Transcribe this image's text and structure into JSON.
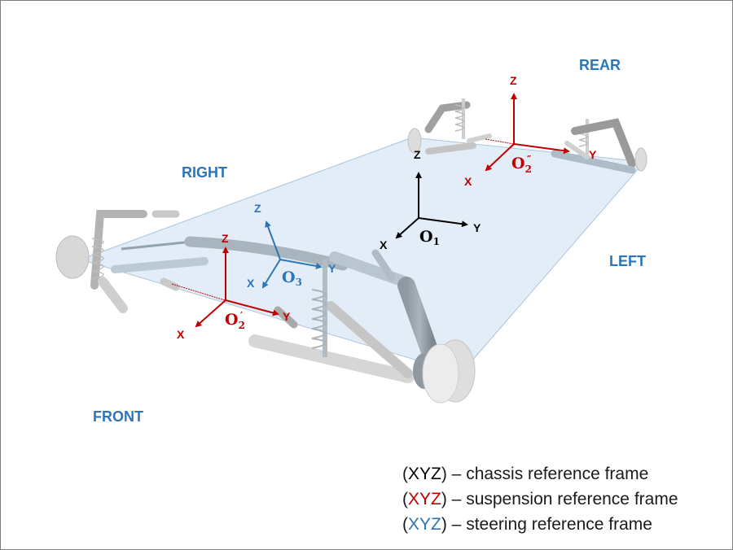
{
  "directions": {
    "rear": "REAR",
    "right": "RIGHT",
    "left": "LEFT",
    "front": "FRONT"
  },
  "frames": {
    "chassis": {
      "color": "#000000",
      "origin": "O",
      "origin_sub": "1",
      "axes": {
        "x": "X",
        "y": "Y",
        "z": "Z"
      }
    },
    "suspension_front": {
      "color": "#c00000",
      "origin": "O",
      "origin_sub": "2",
      "origin_prime": "′",
      "axes": {
        "x": "X",
        "y": "Y",
        "z": "Z"
      }
    },
    "suspension_rear": {
      "color": "#c00000",
      "origin": "O",
      "origin_sub": "2",
      "origin_prime": "″",
      "axes": {
        "x": "X",
        "y": "Y",
        "z": "Z"
      }
    },
    "steering": {
      "color": "#2e75b6",
      "origin": "O",
      "origin_sub": "3",
      "axes": {
        "x": "X",
        "y": "Y",
        "z": "Z"
      }
    }
  },
  "legend": [
    {
      "open": "(",
      "symbol": "XYZ",
      "close": ")",
      "color": "#000000",
      "description": " – chassis reference frame"
    },
    {
      "open": "(",
      "symbol": "XYZ",
      "close": ")",
      "color": "#c00000",
      "description": " – suspension reference frame"
    },
    {
      "open": "(",
      "symbol": "XYZ",
      "close": ")",
      "color": "#2e75b6",
      "description": " – steering reference frame"
    }
  ]
}
